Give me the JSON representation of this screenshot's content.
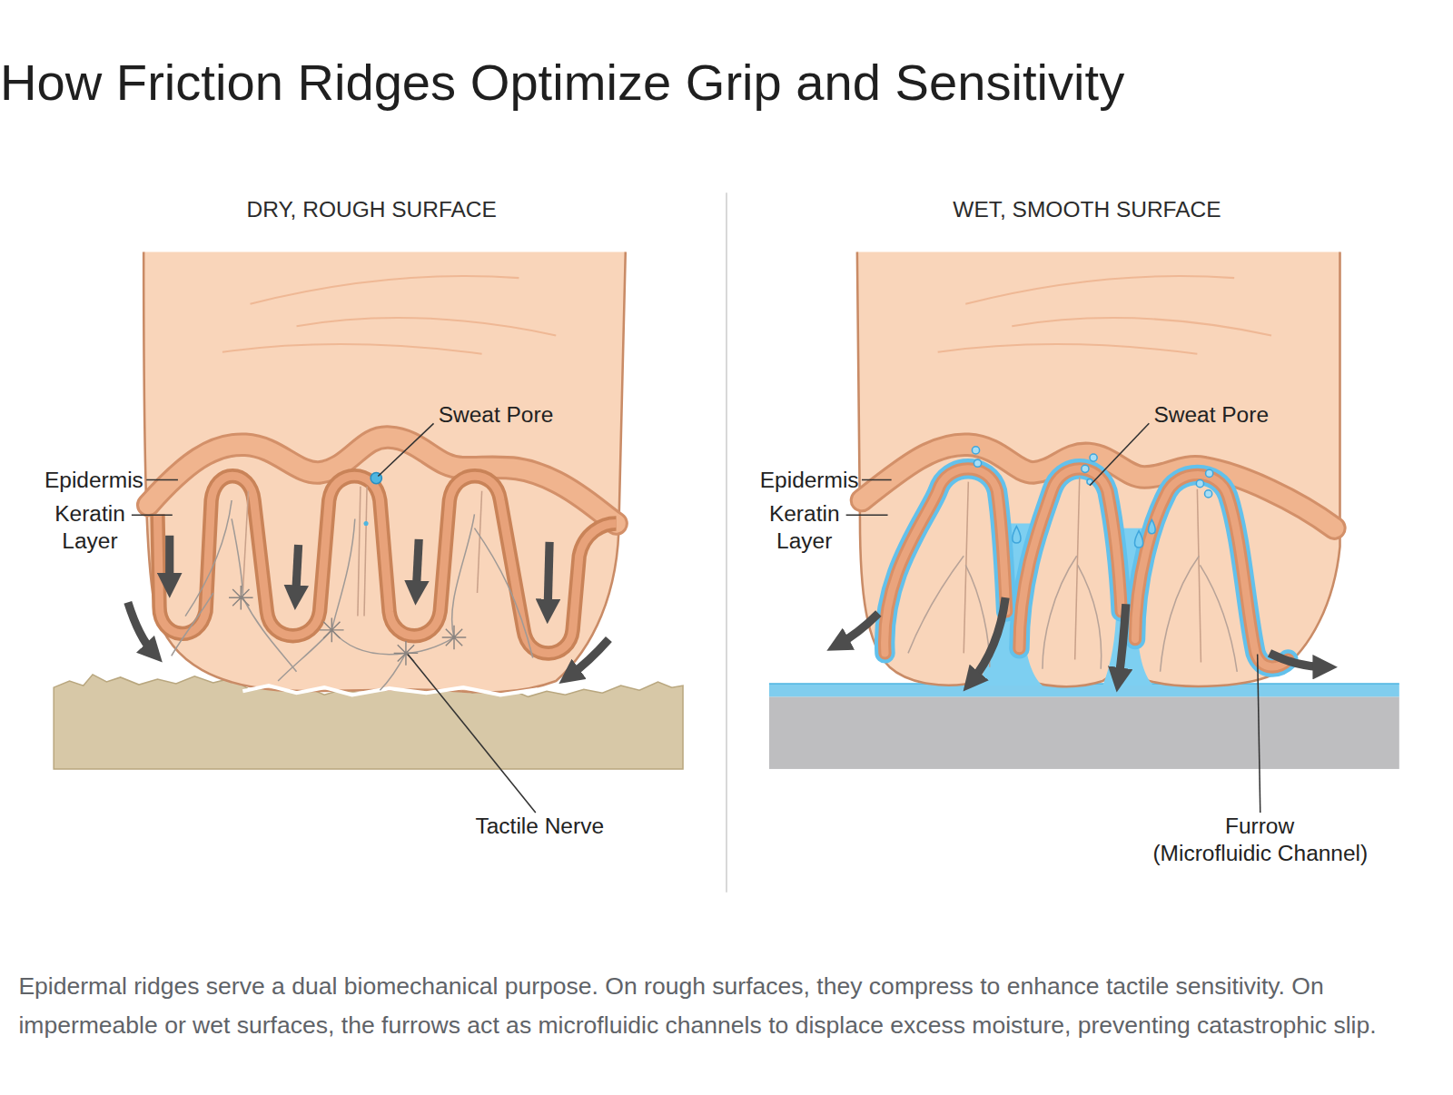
{
  "diagram": {
    "title": "How Friction Ridges Optimize Grip and Sensitivity",
    "caption": "Epidermal ridges serve a dual biomechanical purpose. On rough surfaces, they compress to enhance tactile sensitivity. On impermeable or wet surfaces, the furrows act as microfluidic channels to displace excess moisture, preventing catastrophic slip.",
    "labels": [
      "DRY, ROUGH SURFACE",
      "Epidermis",
      "Keratin Layer",
      "Sweat Pore",
      "Tactile Nerve",
      "WET, SMOOTH SURFACE",
      "Epidermis",
      "Keratin Layer",
      "Sweat Pore",
      "Furrow (Microfluidic Channel)"
    ]
  }
}
